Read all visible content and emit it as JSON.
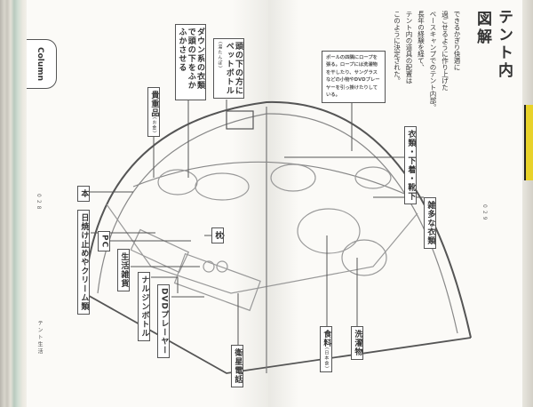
{
  "left_page": {
    "column_tab": "Column",
    "page_number": "028",
    "running_footer": "テント生活"
  },
  "right_page": {
    "title_line1": "テント内",
    "title_line2": "図解",
    "body": [
      "できるかぎり快適に",
      "過ごせるように作り上げた",
      "ベースキャンプでのテント内部。",
      "長年の経験を経て、",
      "テント内の道具の配置は",
      "このように決定された。"
    ],
    "page_number": "029"
  },
  "note": "ポールの四隅にロープを張る。ロープには洗濯物を干したり、サングラスなどの小物やDVDプレーヤーを引っ掛けたりしている。",
  "labels": {
    "down": "ダウン系の衣類で頭の下をふかふかさせる",
    "bottle": "頭の下の方にペットボトル",
    "bottle_sub": "(湯たんぽ)",
    "valuables": "貴重品",
    "valuables_sub": "(お金)",
    "book": "本",
    "sunscreen": "日焼け止めやクリーム類",
    "pc": "PC",
    "goods": "生活雑貨",
    "nalgene": "ナルジンボトル",
    "dvd": "DVDプレーヤー",
    "pillow": "枕",
    "satphone": "衛星電話",
    "clothes": "衣類・下着・靴下",
    "misc_clothes": "雑多な衣類",
    "food": "食料",
    "food_sub": "(日本食)",
    "laundry": "洗濯物"
  }
}
